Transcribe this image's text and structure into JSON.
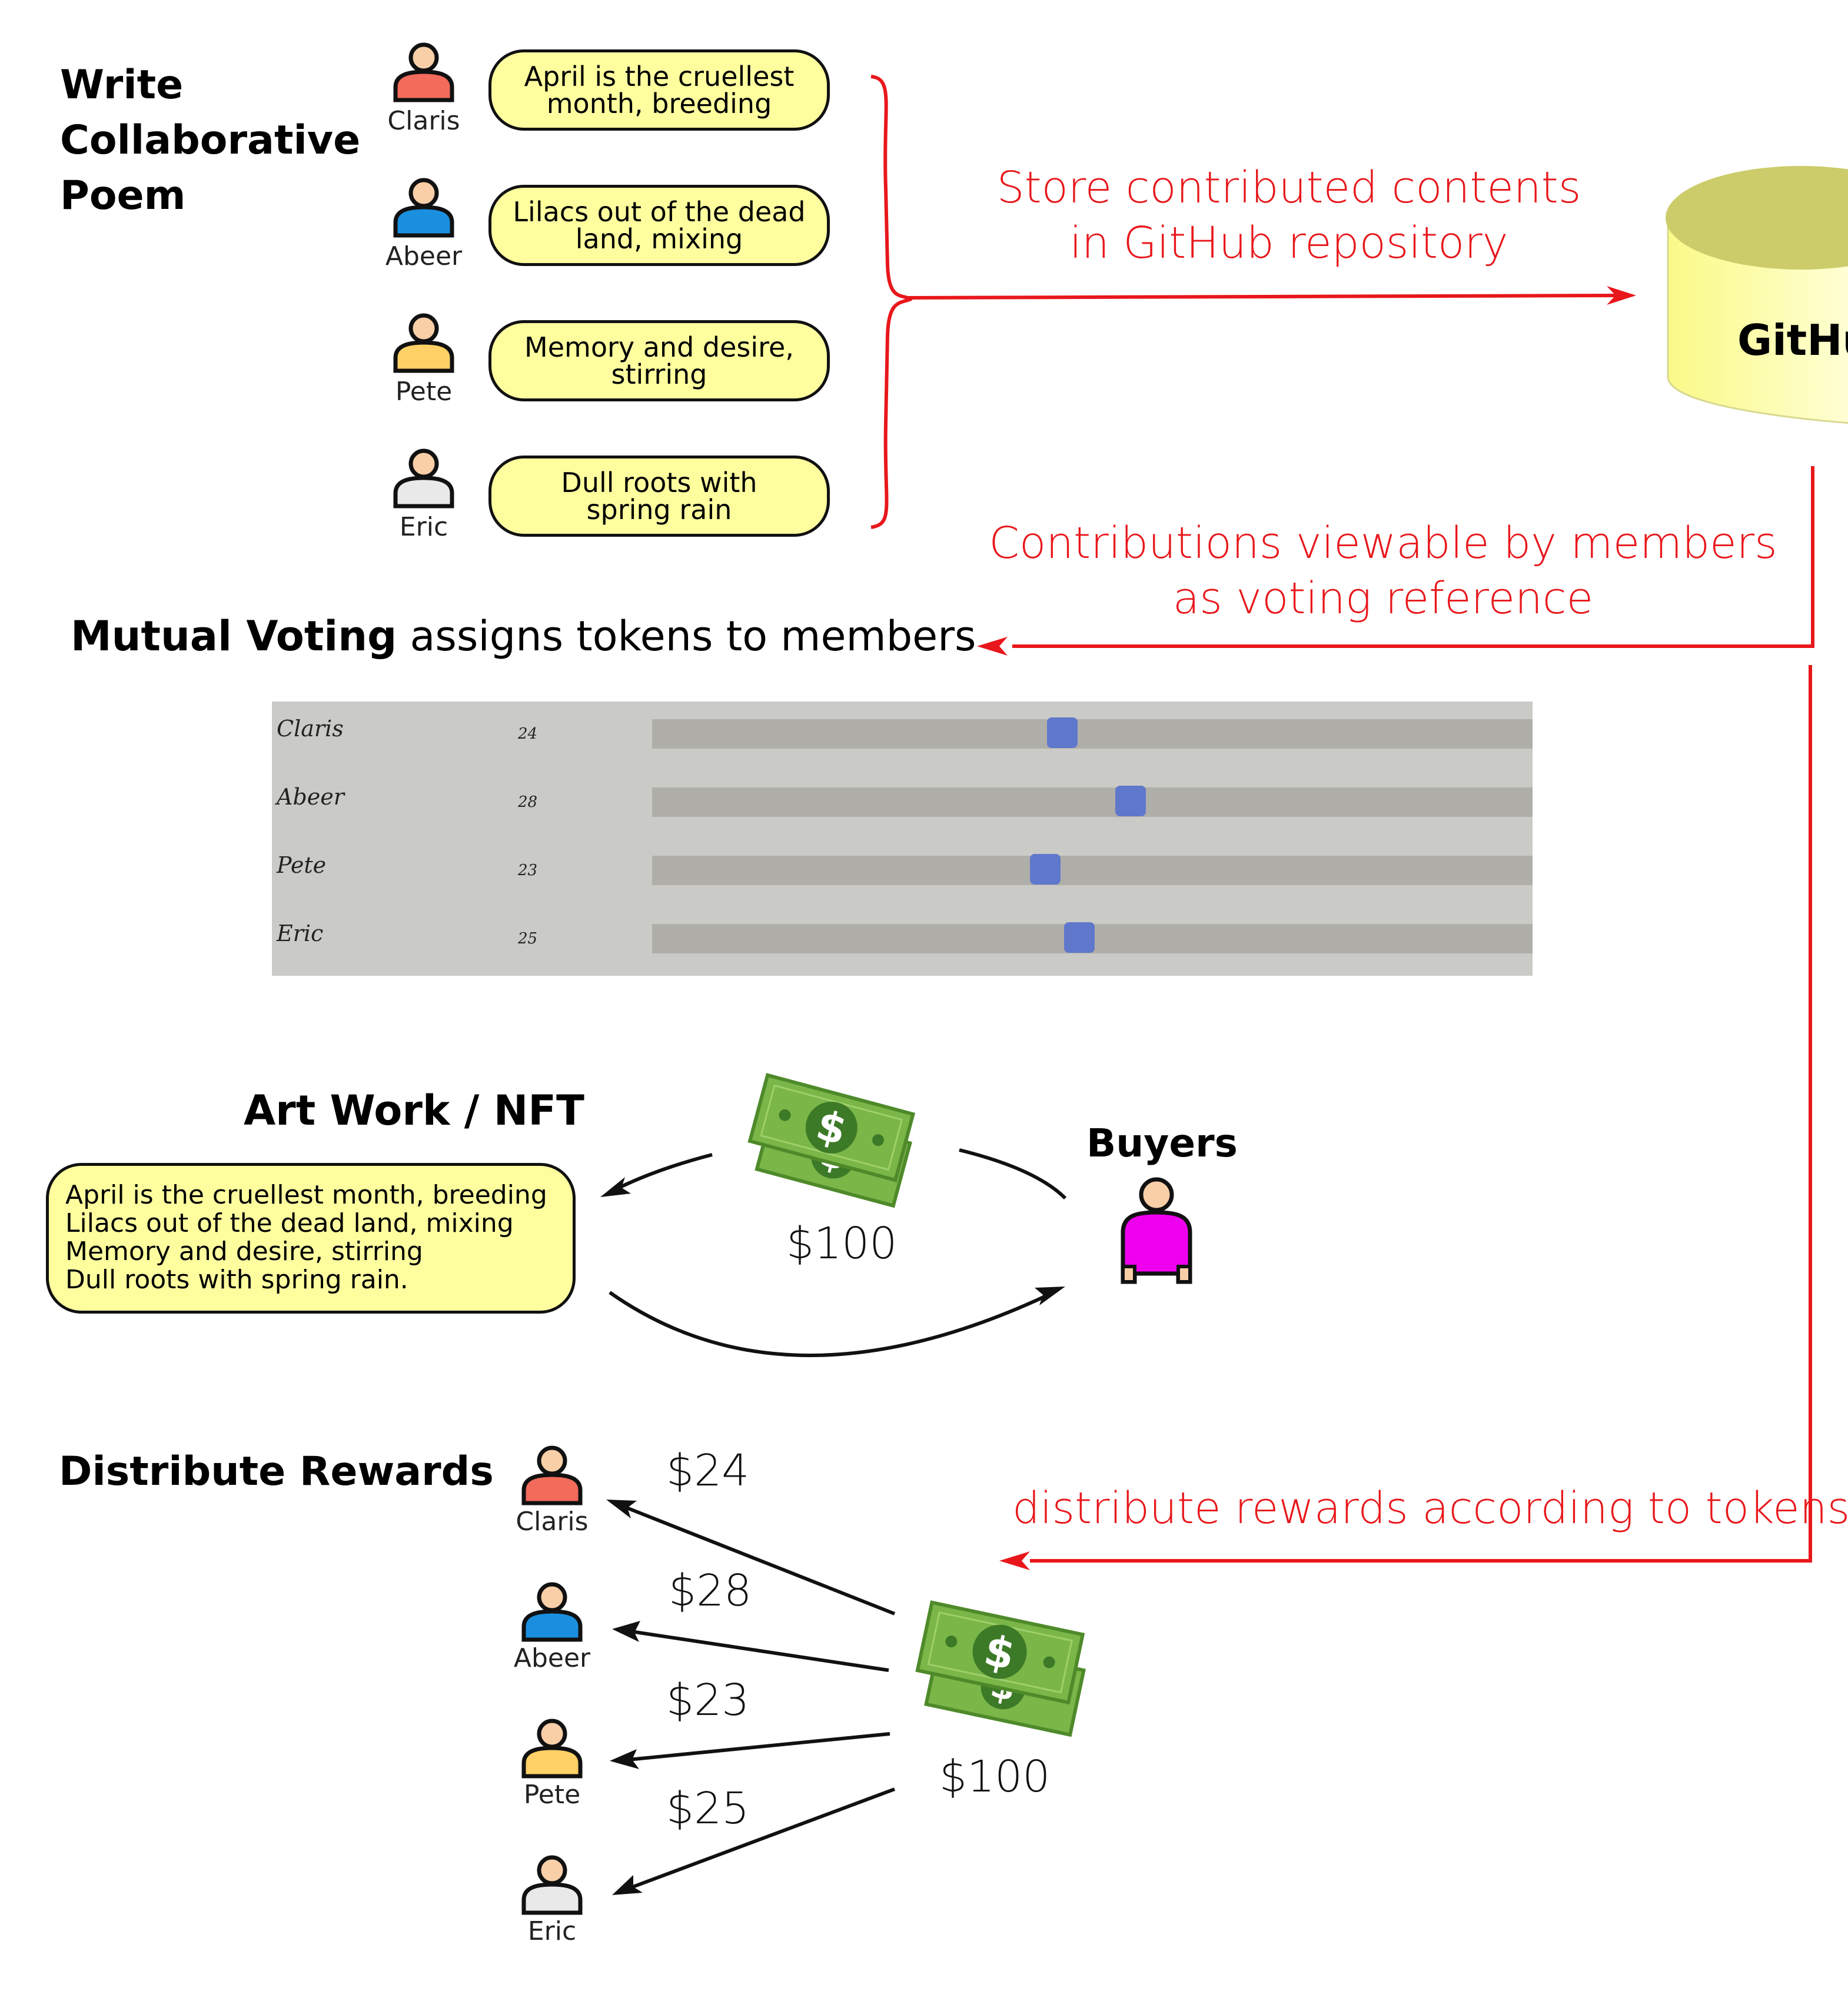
{
  "colors": {
    "bubble_fill": "#fefe9f",
    "flow_red": "#e8171b",
    "vote_panel": "#cacac6",
    "vote_thumb": "#5f78cc",
    "money_green": "#7ab648",
    "buyer_magenta": "#ee00ee",
    "github_cylinder": "#fdfd9a"
  },
  "section_write": {
    "heading": "Write\nCollaborative\nPoem"
  },
  "contributors": [
    {
      "name": "Claris",
      "shirt_color": "#f26b5b",
      "line": "April is the cruellest\nmonth, breeding"
    },
    {
      "name": "Abeer",
      "shirt_color": "#1a8fe0",
      "line": "Lilacs out of the dead\nland, mixing"
    },
    {
      "name": "Pete",
      "shirt_color": "#ffd066",
      "line": "Memory and desire,\nstirring"
    },
    {
      "name": "Eric",
      "shirt_color": "#e9e9e9",
      "line": "Dull roots with\nspring rain"
    }
  ],
  "store_label": "Store contributed contents\nin GitHub repository",
  "github_label": "GitHu",
  "viewable_label": "Contributions viewable by members\nas voting reference",
  "voting": {
    "heading_bold": "Mutual Voting",
    "heading_rest": " assigns tokens to members",
    "slider_max": 50,
    "rows": [
      {
        "name": "Claris",
        "tokens": 24
      },
      {
        "name": "Abeer",
        "tokens": 28
      },
      {
        "name": "Pete",
        "tokens": 23
      },
      {
        "name": "Eric",
        "tokens": 25
      }
    ]
  },
  "artwork": {
    "heading": "Art Work / NFT",
    "lines": [
      "April is the cruellest month, breeding",
      "Lilacs out of the dead land, mixing",
      "Memory and desire, stirring",
      "Dull roots with spring rain."
    ]
  },
  "sale": {
    "price": "$100",
    "buyers_label": "Buyers",
    "money_icon": "dollar-bills-icon"
  },
  "distribute": {
    "heading": "Distribute Rewards",
    "rewards_label": "distribute rewards according to tokens",
    "total": "$100",
    "recipients": [
      {
        "name": "Claris",
        "amount": "$24"
      },
      {
        "name": "Abeer",
        "amount": "$28"
      },
      {
        "name": "Pete",
        "amount": "$23"
      },
      {
        "name": "Eric",
        "amount": "$25"
      }
    ]
  }
}
